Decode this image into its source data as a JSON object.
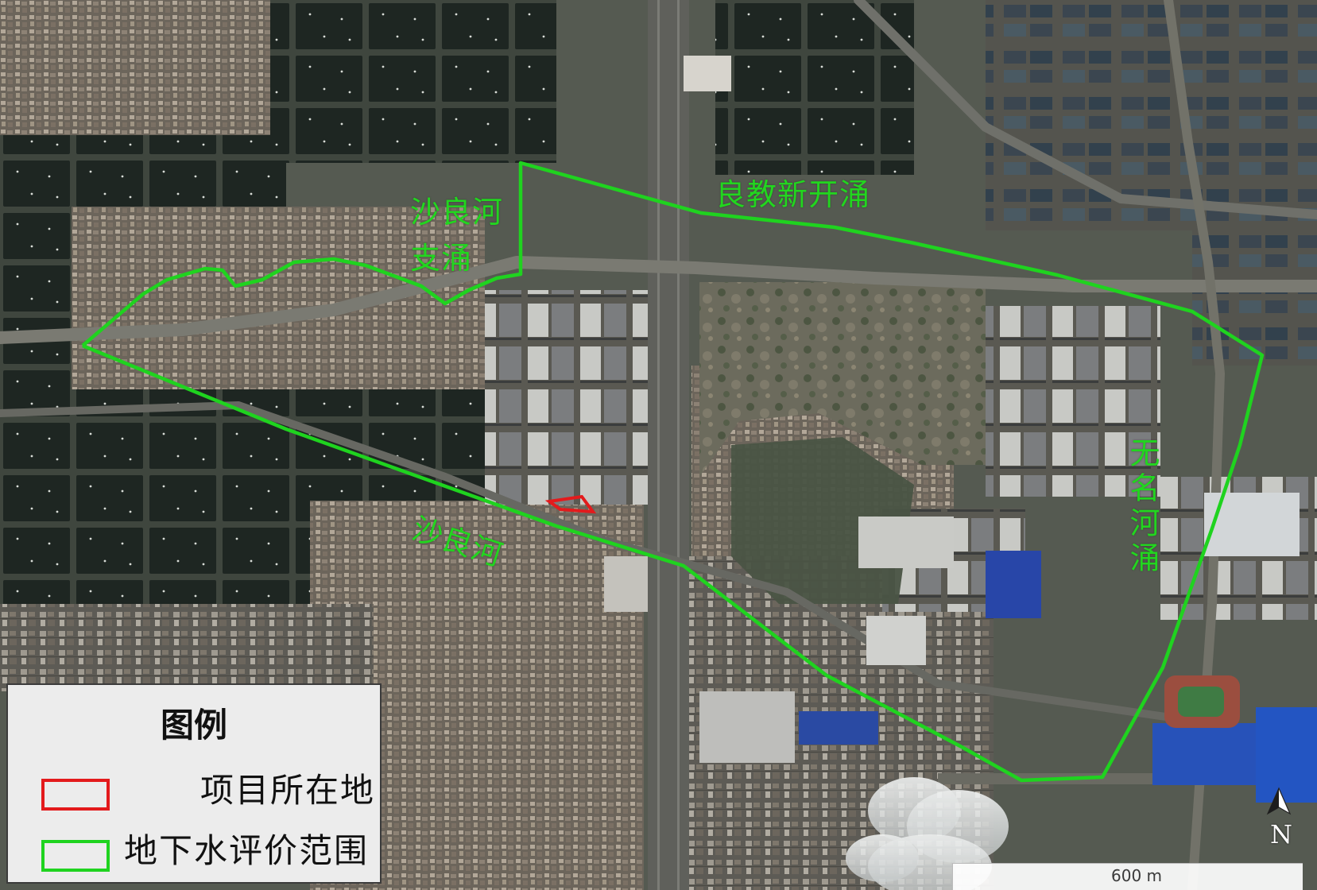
{
  "map": {
    "labels": {
      "liangjiao": "良教新开涌",
      "shaliang_branch": "沙良河\n支涌",
      "shaliang": "沙良河",
      "wuming": "无名河涌"
    },
    "legend": {
      "title": "图例",
      "items": [
        {
          "label": "项目所在地",
          "color": "#e31a1c"
        },
        {
          "label": "地下水评价范围",
          "color": "#1fd31f"
        }
      ]
    },
    "scale_label": "600 m",
    "north_label": "N"
  }
}
